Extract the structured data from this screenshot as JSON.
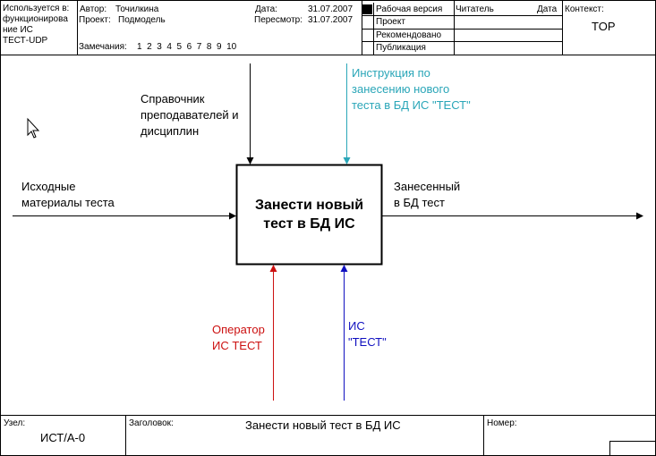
{
  "header": {
    "used_in": "Используется в:\nфункционирова\nние ИС\nТЕСТ-UDP",
    "author_label": "Автор:",
    "author_value": "Точилкина",
    "project_label": "Проект:",
    "project_value": "Подмодель",
    "notes_label": "Замечания:",
    "notes_numbers": "1  2  3  4  5  6  7  8  9  10",
    "date_label": "Дата:",
    "date_value": "31.07.2007",
    "revision_label": "Пересмотр:",
    "revision_value": "31.07.2007",
    "status": [
      {
        "label": "Рабочая версия",
        "checked": true
      },
      {
        "label": "Проект",
        "checked": false
      },
      {
        "label": "Рекомендовано",
        "checked": false
      },
      {
        "label": "Публикация",
        "checked": false
      }
    ],
    "reader_label": "Читатель",
    "reader_date_label": "Дата",
    "context_label": "Контекст:",
    "context_value": "TOP"
  },
  "diagram": {
    "activity_title": "Занести новый\nтест в БД ИС",
    "arrows": {
      "input": {
        "label": "Исходные\nматериалы теста",
        "color": "#000000"
      },
      "output": {
        "label": "Занесенный\nв БД тест",
        "color": "#000000"
      },
      "control_reference": {
        "label": "Справочник\nпреподавателей и\nдисциплин",
        "color": "#000000"
      },
      "control_instruction": {
        "label": "Инструкция по\nзанесению нового\nтеста в БД ИС \"ТЕСТ\"",
        "color": "#2aa6b8"
      },
      "mechanism_operator": {
        "label": "Оператор\nИС ТЕСТ",
        "color": "#cc1010"
      },
      "mechanism_system": {
        "label": "ИС\n\"ТЕСТ\"",
        "color": "#1010c0"
      }
    }
  },
  "footer": {
    "node_label": "Узел:",
    "node_value": "ИСТ/А-0",
    "title_label": "Заголовок:",
    "title_value": "Занести новый тест в БД ИС",
    "number_label": "Номер:"
  }
}
